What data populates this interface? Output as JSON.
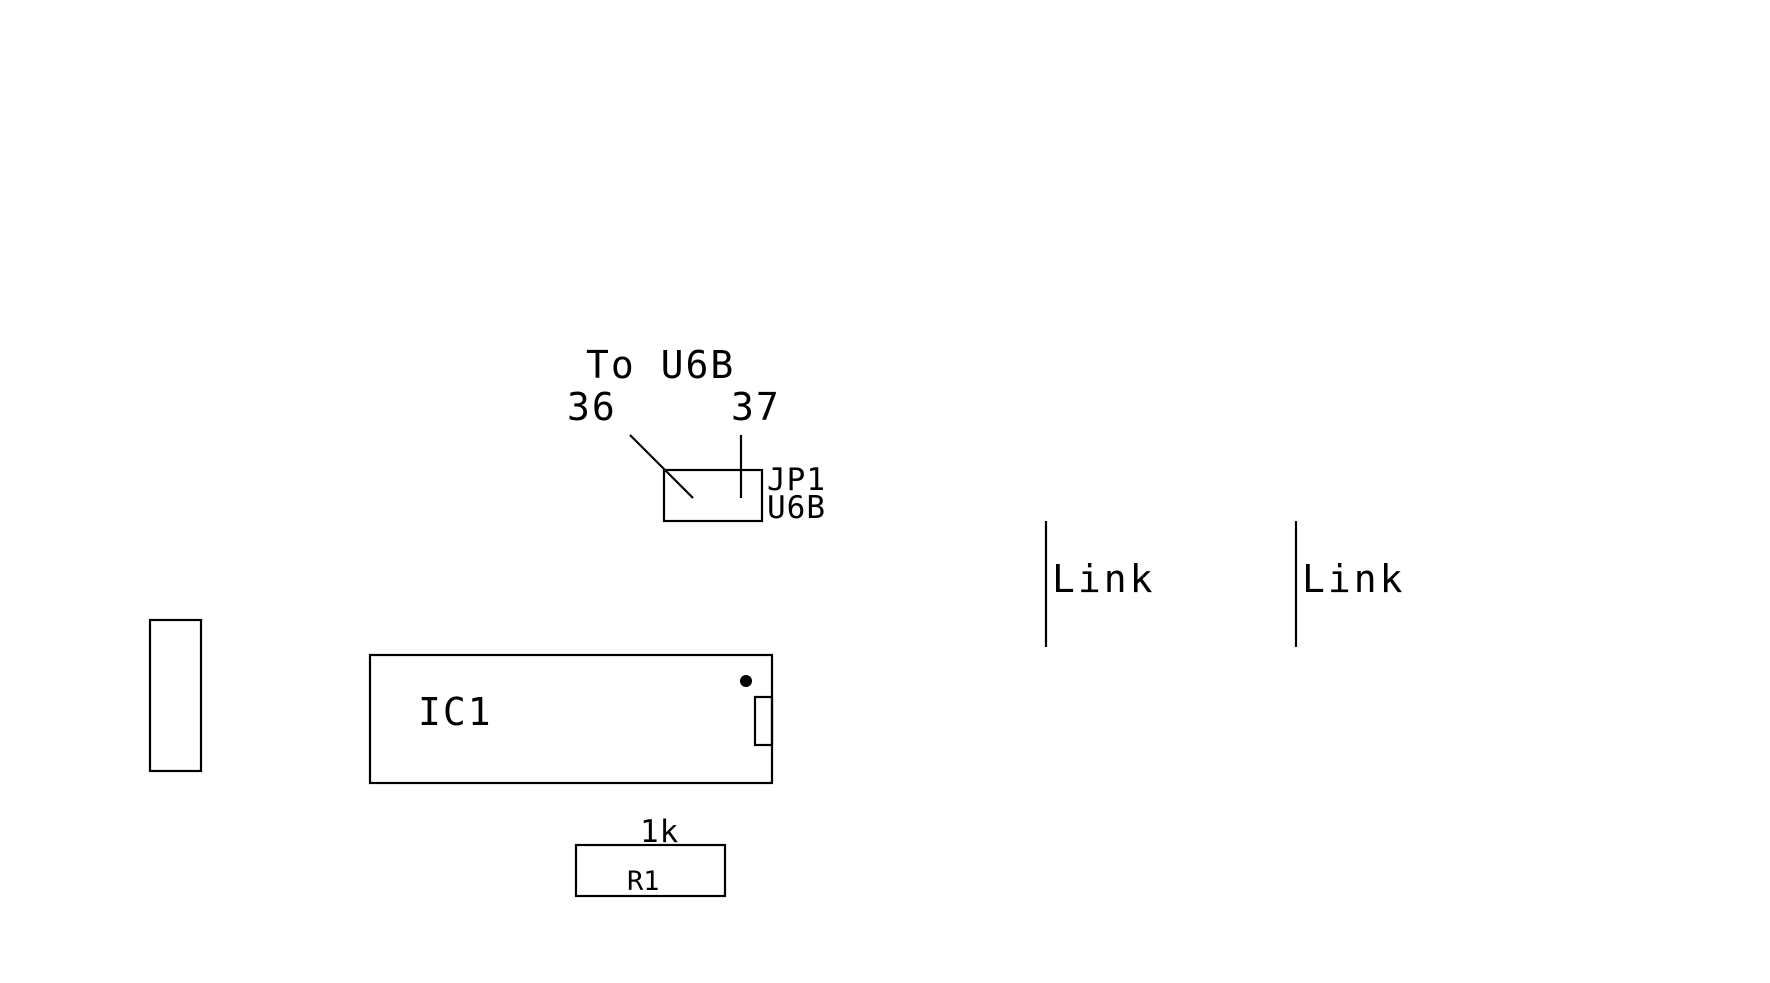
{
  "jumper": {
    "note": "To U6B",
    "pin_left": "36",
    "pin_right": "37",
    "ref": "JP1",
    "value": "U6B"
  },
  "links": [
    {
      "label": "Link"
    },
    {
      "label": "Link"
    }
  ],
  "ic": {
    "ref": "IC1"
  },
  "resistor": {
    "value": "1k",
    "ref": "R1"
  }
}
